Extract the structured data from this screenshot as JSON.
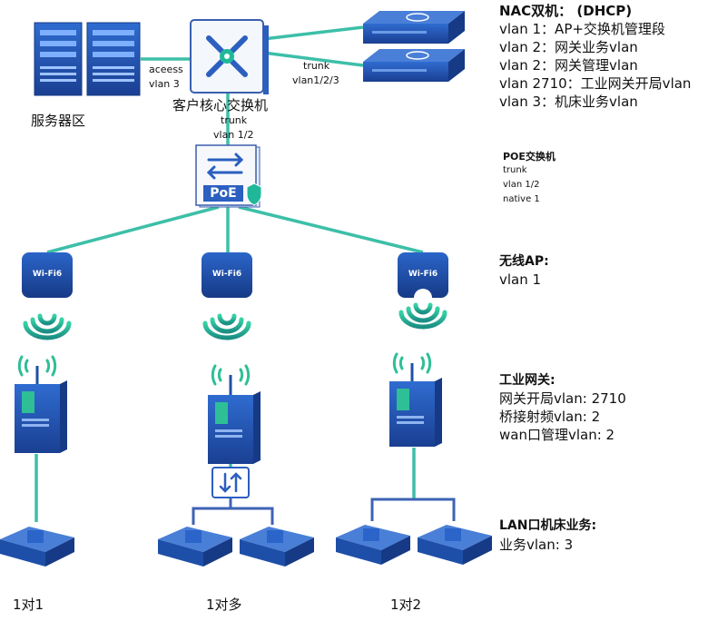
{
  "nodes": {
    "server_area_label": "服务器区",
    "core_switch_label": "客户核心交换机",
    "poe_badge": "PoE",
    "wifi_badge": "Wi-Fi6"
  },
  "links": {
    "server_core": [
      "aceess",
      "vlan 3"
    ],
    "core_nac": [
      "trunk",
      "vlan1/2/3"
    ],
    "core_poe": [
      "trunk",
      "vlan  1/2"
    ]
  },
  "legend": {
    "nac": {
      "title": "NAC双机：  (DHCP)",
      "lines": [
        "vlan 1：AP+交换机管理段",
        "vlan 2：网关业务vlan",
        "vlan 2：网关管理vlan",
        "vlan 2710：工业网关开局vlan",
        "vlan 3：机床业务vlan"
      ]
    },
    "poe": {
      "title": "POE交换机",
      "lines": [
        "trunk",
        "vlan 1/2",
        "native 1"
      ]
    },
    "ap": {
      "title": "无线AP:",
      "lines": [
        "vlan 1"
      ]
    },
    "gateway": {
      "title": "工业网关:",
      "lines": [
        "网关开局vlan:    2710",
        "桥接射频vlan:    2",
        "wan口管理vlan: 2"
      ]
    },
    "lan": {
      "title": "LAN口机床业务:",
      "lines": [
        "业务vlan:    3"
      ]
    }
  },
  "scenarios": [
    "1对1",
    "1对多",
    "1对2"
  ],
  "colors": {
    "link": "#3dbfa8",
    "device_blue": "#1e4fa8",
    "device_dark": "#173d86",
    "accent_green": "#1fb99a"
  }
}
